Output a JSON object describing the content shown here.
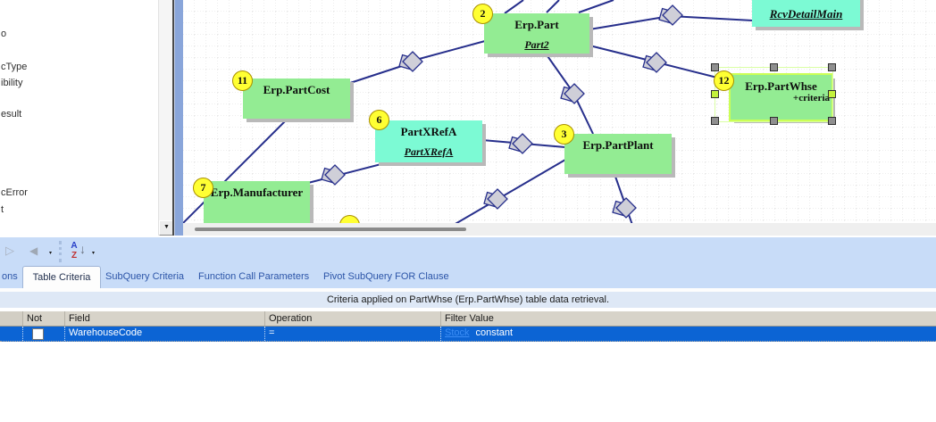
{
  "left_panel": {
    "items": [
      "o",
      "cType",
      "ibility",
      "esult",
      "cError",
      "t"
    ],
    "scroll_down_icon": "▼"
  },
  "toolbar": {
    "play_icon": "▷",
    "back_icon": "◀",
    "dropdown_icon": "▾",
    "sort_icon": {
      "a": "A",
      "z": "Z",
      "arrow": "↓"
    }
  },
  "tabs": {
    "clipped_label": "ons",
    "active": "Table Criteria",
    "items": [
      "Table Criteria",
      "SubQuery Criteria",
      "Function Call Parameters",
      "Pivot SubQuery FOR Clause"
    ]
  },
  "criteria_panel": {
    "caption": "Criteria applied on PartWhse (Erp.PartWhse) table data retrieval.",
    "columns": {
      "not": "Not",
      "field": "Field",
      "operation": "Operation",
      "filter": "Filter Value"
    },
    "row": {
      "not_checked": false,
      "field": "WarehouseCode",
      "operation": "=",
      "filter_link": "Stock",
      "filter_text": "constant"
    }
  },
  "diagram": {
    "entities": [
      {
        "number": "2",
        "title": "Erp.Part",
        "subtitle": "Part2"
      },
      {
        "subtitle": "RcvDetailMain"
      },
      {
        "number": "12",
        "title": "Erp.PartWhse",
        "badge": "+criteria",
        "selected": true
      },
      {
        "number": "11",
        "title": "Erp.PartCost"
      },
      {
        "number": "6",
        "title": "PartXRefA",
        "subtitle": "PartXRefA"
      },
      {
        "number": "3",
        "title": "Erp.PartPlant"
      },
      {
        "number": "7",
        "title": "Erp.Manufacturer"
      }
    ],
    "colors": {
      "entity_green": "#93ec93",
      "entity_cyan": "#7cfad4",
      "relationship_line": "#272f8c",
      "node_badge_yellow": "#ffff33",
      "selection_outline": "#ccff55",
      "selected_row_blue": "#0c64d4",
      "filter_link_blue": "#3b8df5"
    }
  }
}
